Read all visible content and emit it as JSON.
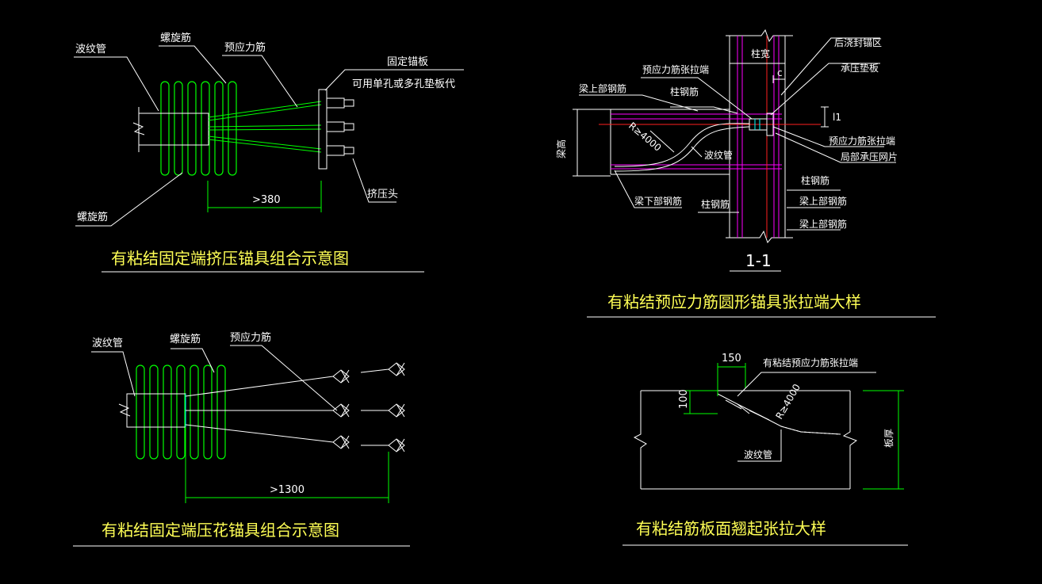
{
  "colors": {
    "background": "#000000",
    "title": "#ffff55",
    "rebar": "#00ff00",
    "column": "#ff00ff",
    "axis": "#ff2020",
    "line": "#ffffff"
  },
  "d1": {
    "title": "有粘结固定端挤压锚具组合示意图",
    "corrugated_pipe": "波纹管",
    "spiral_top": "螺旋筋",
    "tendon": "预应力筋",
    "anchor_plate": "固定锚板",
    "anchor_plate_note": "可用单孔或多孔垫板代",
    "spiral_bottom": "螺旋筋",
    "extrusion_head": "挤压头",
    "dim": ">380"
  },
  "d2": {
    "title": "有粘结预应力筋圆形锚具张拉端大样",
    "column_width": "柱宽",
    "post_pour_zone": "后浇封锚区",
    "bearing_plate": "承压垫板",
    "tension_end": "预应力筋张拉端",
    "beam_top_bar": "梁上部钢筋",
    "column_bar": "柱钢筋",
    "beam_height": "梁高",
    "radius": "R≥4000",
    "corrugated_pipe": "波纹管",
    "tension_end2": "预应力筋张拉端",
    "local_mesh": "局部承压网片",
    "column_bar2": "柱钢筋",
    "beam_bottom_bar": "梁下部钢筋",
    "column_bar3": "柱钢筋",
    "beam_top_bar2": "梁上部钢筋",
    "beam_top_bar3": "梁上部钢筋",
    "section": "1-1",
    "l1": "l1",
    "c": "c"
  },
  "d3": {
    "title": "有粘结固定端压花锚具组合示意图",
    "corrugated_pipe": "波纹管",
    "spiral": "螺旋筋",
    "tendon": "预应力筋",
    "dim": ">1300"
  },
  "d4": {
    "title": "有粘结筋板面翘起张拉大样",
    "dim_150": "150",
    "dim_100": "100",
    "tension_end": "有粘结预应力筋张拉端",
    "radius": "R≥4000",
    "corrugated_pipe": "波纹管",
    "slab_thickness": "板厚"
  }
}
